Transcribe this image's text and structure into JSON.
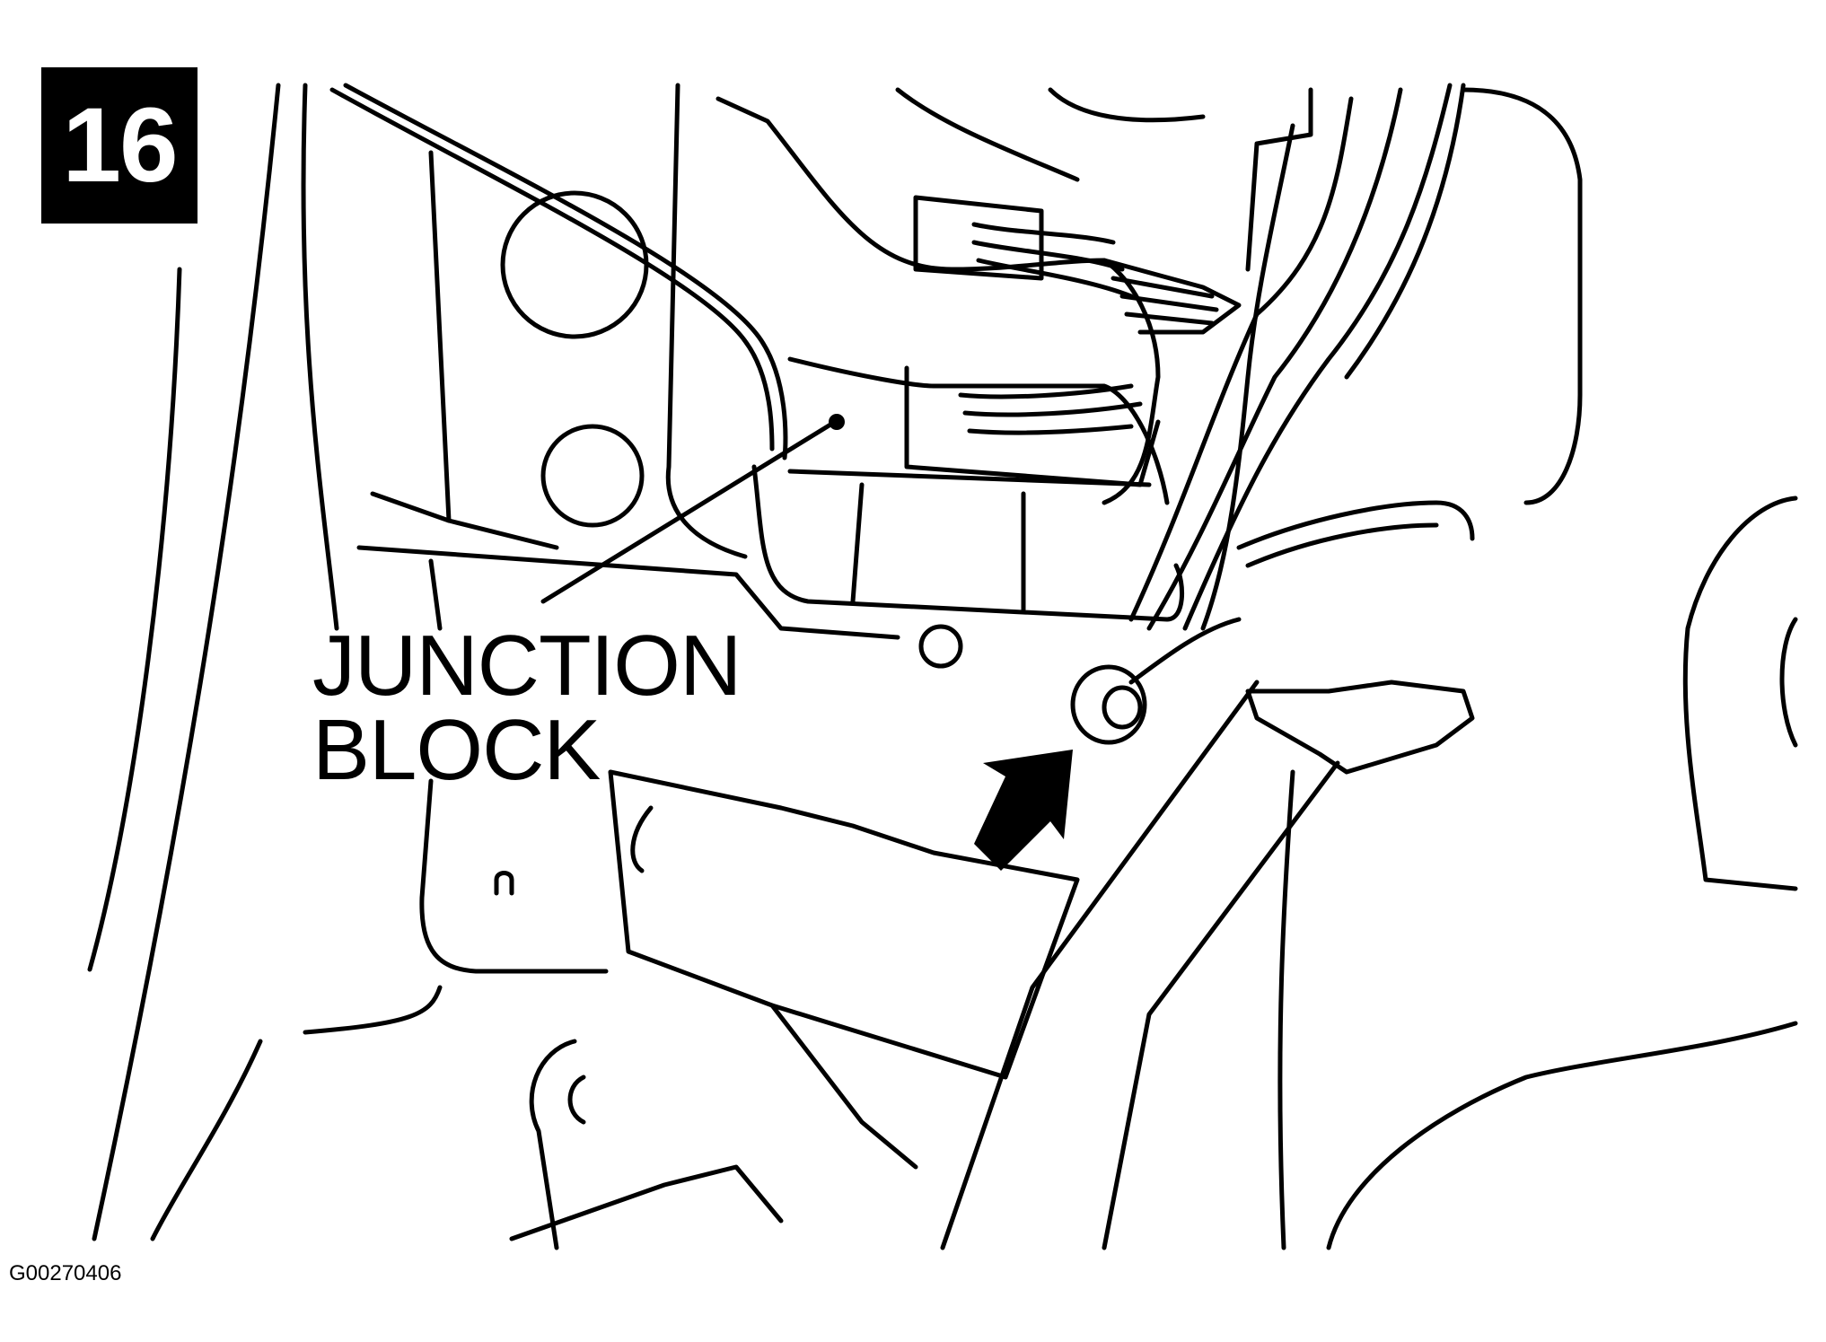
{
  "step_number": "16",
  "callout": {
    "line1": "JUNCTION",
    "line2": "BLOCK"
  },
  "figure_code": "G00270406",
  "colors": {
    "ink": "#000000",
    "paper": "#ffffff"
  }
}
